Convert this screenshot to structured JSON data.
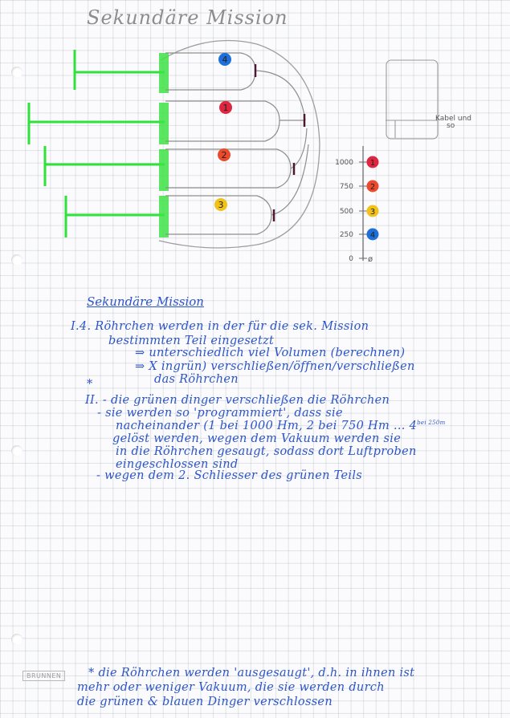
{
  "top": {
    "title": "Sekundäre Mission",
    "kabel_label": "Kabel und",
    "kabel_sub": "so"
  },
  "tubes": [
    {
      "number": "4",
      "color": "#1e6fd9"
    },
    {
      "number": "1",
      "color": "#e0263f"
    },
    {
      "number": "2",
      "color": "#ec4a2c"
    },
    {
      "number": "3",
      "color": "#f2c21a"
    }
  ],
  "scale": {
    "ticks": [
      {
        "value": "1000",
        "badge": "1",
        "color": "#e0263f"
      },
      {
        "value": "750",
        "badge": "2",
        "color": "#ec4a2c"
      },
      {
        "value": "500",
        "badge": "3",
        "color": "#f2c21a"
      },
      {
        "value": "250",
        "badge": "4",
        "color": "#1e6fd9"
      },
      {
        "value": "0",
        "badge": "",
        "color": ""
      }
    ]
  },
  "notes": {
    "heading": "Sekundäre Mission",
    "lines": [
      "I.4. Röhrchen werden in der für die sek. Mission",
      "bestimmten Teil eingesetzt",
      "⇒ unterschiedlich viel Volumen (berechnen)",
      "⇒ X ingrün) verschließen/öffnen/verschließen",
      "das Röhrchen",
      "*",
      "II. - die grünen dinger verschließen die Röhrchen",
      "- sie werden so 'programmiert', dass sie",
      "nacheinander (1 bei 1000 Hm, 2 bei 750 Hm ... 4",
      "gelöst werden, wegen dem Vakuum werden sie",
      "in die Röhrchen gesaugt, sodass dort Luftproben",
      "eingeschlossen sind",
      "- wegen dem 2. Schliesser des grünen Teils"
    ],
    "line4_sup": "bei 250m",
    "footnote": [
      "* die Röhrchen werden 'ausgesaugt', d.h. in ihnen ist",
      "mehr oder weniger Vakuum, die sie werden durch",
      "die grünen & blauen Dinger verschlossen"
    ]
  },
  "brand": "BRUNNEN"
}
